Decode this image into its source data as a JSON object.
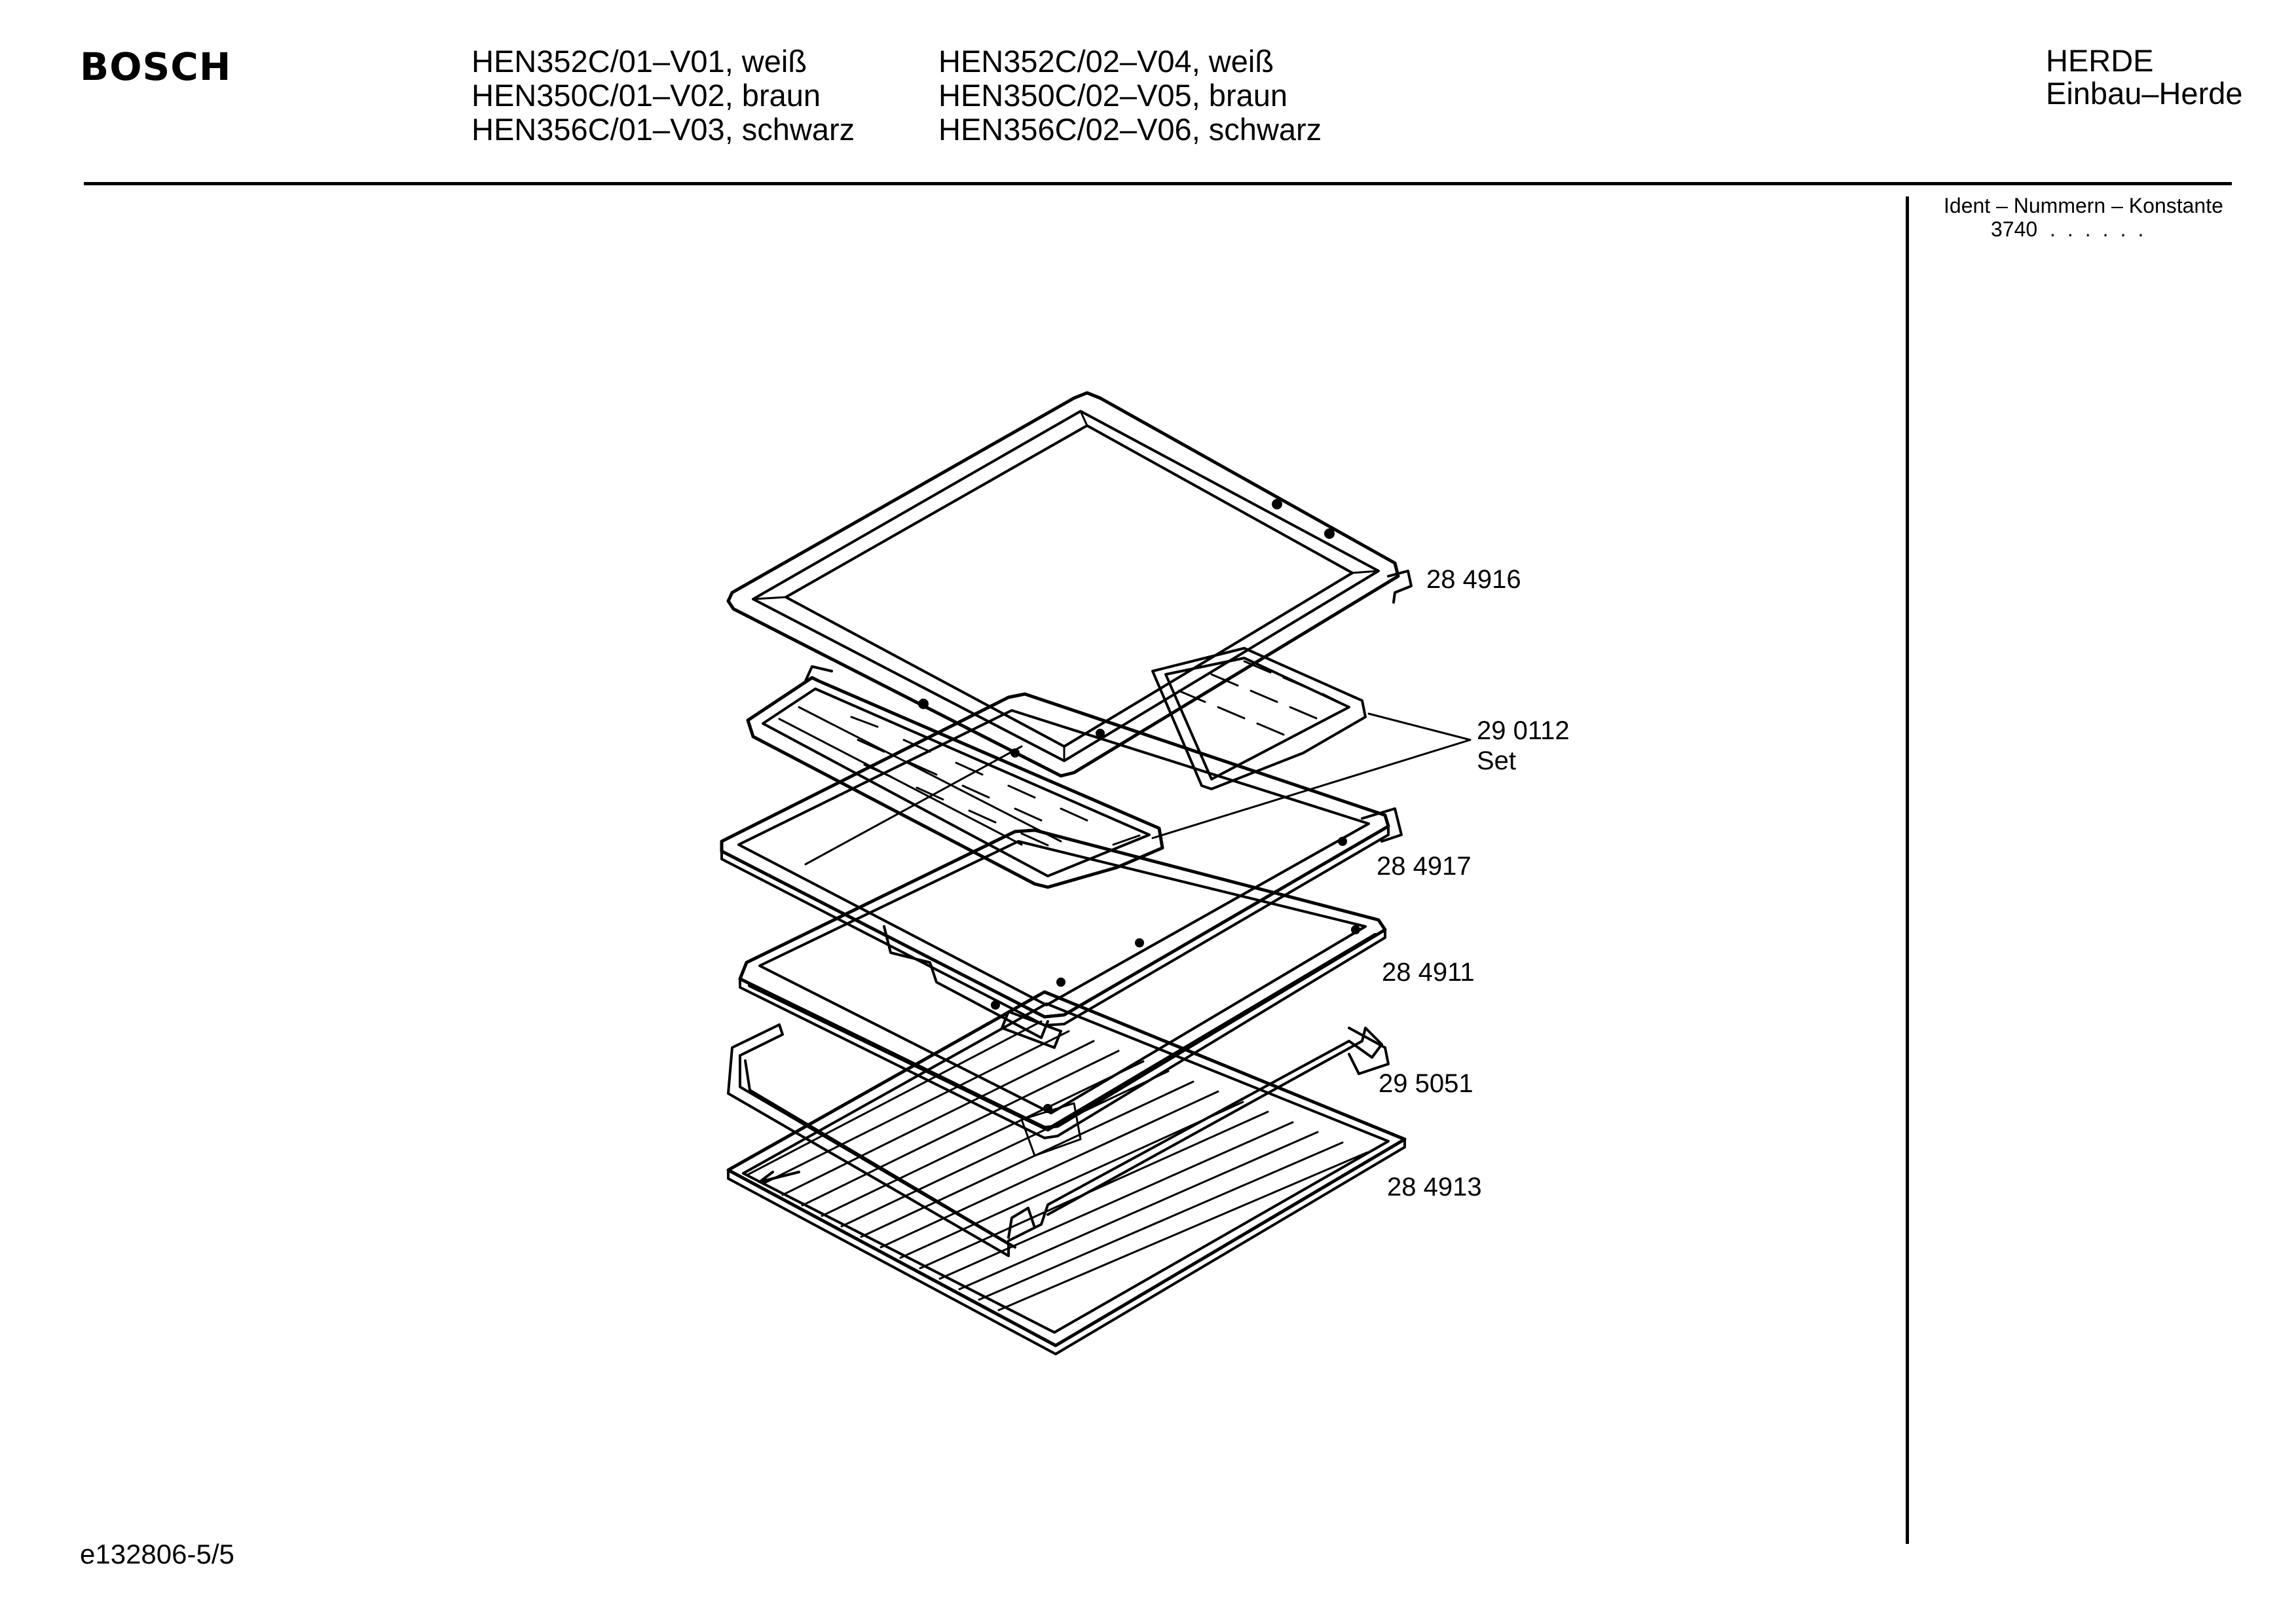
{
  "header": {
    "brand": "BOSCH",
    "models_col1": [
      "HEN352C/01–V01, weiß",
      "HEN350C/01–V02, braun",
      "HEN356C/01–V03, schwarz"
    ],
    "models_col2": [
      "HEN352C/02–V04, weiß",
      "HEN350C/02–V05, braun",
      "HEN356C/02–V06, schwarz"
    ],
    "category_line1": "HERDE",
    "category_line2": "Einbau–Herde"
  },
  "sidebar": {
    "ident_label": "Ident – Nummern – Konstante",
    "ident_value": "3740",
    "ident_dots": "......"
  },
  "parts": [
    {
      "number": "28 4916"
    },
    {
      "number": "29 0112",
      "note": "Set"
    },
    {
      "number": "28 4917"
    },
    {
      "number": "28 4911"
    },
    {
      "number": "29 5051"
    },
    {
      "number": "28 4913"
    }
  ],
  "footer": {
    "drawing_id": "e132806-5/5"
  }
}
